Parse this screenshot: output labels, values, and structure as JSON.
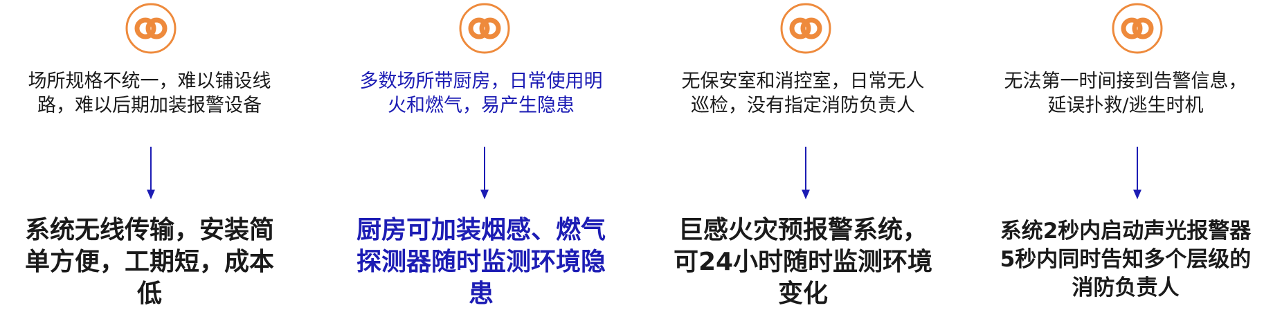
{
  "colors": {
    "icon": "#ee8a3c",
    "arrow": "#1c1cb4",
    "text": "#1a1a1a",
    "highlight": "#1c1cb4"
  },
  "columns": [
    {
      "icon": "linked-rings-icon",
      "problem_lines": [
        "场所规格不统一，难以铺设线",
        "路，难以后期加装报警设备"
      ],
      "solution_lines": [
        "系统无线传输，安装简",
        "单方便，工期短，成本",
        "低"
      ]
    },
    {
      "icon": "linked-rings-icon",
      "problem_lines": [
        "多数场所带厨房，日常使用明",
        "火和燃气，易产生隐患"
      ],
      "solution_lines": [
        "厨房可加装烟感、燃气",
        "探测器随时监测环境隐",
        "患"
      ]
    },
    {
      "icon": "linked-rings-icon",
      "problem_lines": [
        "无保安室和消控室，日常无人",
        "巡检，没有指定消防负责人"
      ],
      "solution_lines": [
        "巨感火灾预报警系统，",
        "可24小时随时监测环境",
        "变化"
      ]
    },
    {
      "icon": "linked-rings-icon",
      "problem_lines": [
        "无法第一时间接到告警信息，",
        "延误扑救/逃生时机"
      ],
      "solution_lines": [
        "系统2秒内启动声光报警器",
        "5秒内同时告知多个层级的",
        "消防负责人"
      ]
    }
  ]
}
